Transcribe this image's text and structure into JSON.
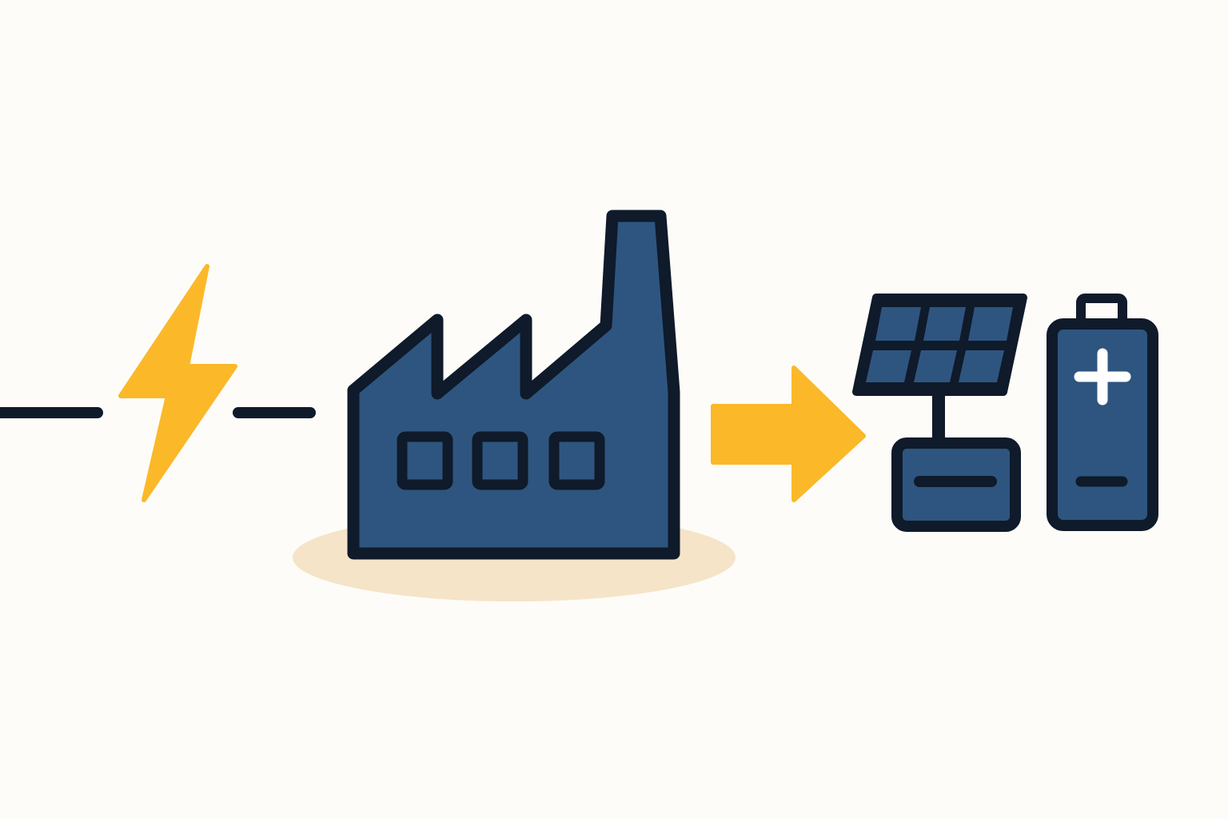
{
  "diagram": {
    "colors": {
      "background": "#FDFCF8",
      "outline": "#0F1A2A",
      "primary_blue": "#2E557F",
      "accent_yellow": "#FBB829",
      "ground_shadow": "#F5E4C8",
      "battery_plus": "#FFFFFF"
    },
    "elements": [
      {
        "name": "power-line-segment",
        "icon": "line"
      },
      {
        "name": "lightning-bolt-icon",
        "icon": "lightning-bolt"
      },
      {
        "name": "factory-icon",
        "icon": "factory"
      },
      {
        "name": "flow-arrow-icon",
        "icon": "arrow-right"
      },
      {
        "name": "solar-panel-icon",
        "icon": "solar-panel"
      },
      {
        "name": "battery-icon",
        "icon": "battery"
      }
    ]
  }
}
